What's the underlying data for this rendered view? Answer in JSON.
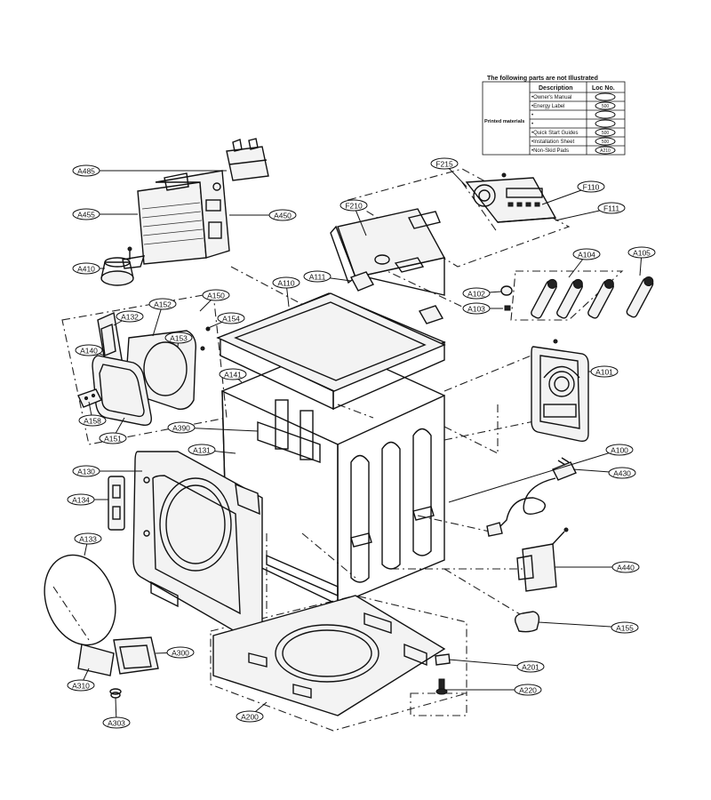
{
  "table": {
    "caption": "The following parts are not Illustrated",
    "headers": [
      "Description",
      "Loc No."
    ],
    "group_label": "Printed materials",
    "rows": [
      {
        "description": "•Owner's Manual",
        "loc": ""
      },
      {
        "description": "•Energy Label",
        "loc": "500"
      },
      {
        "description": "•",
        "loc": ""
      },
      {
        "description": "•",
        "loc": ""
      },
      {
        "description": "•Quick Start Guides",
        "loc": "500"
      },
      {
        "description": "•Installation Sheet",
        "loc": "500"
      },
      {
        "description": "•Non-Skid Pads",
        "loc": "A210"
      }
    ]
  },
  "callouts": [
    {
      "id": "A485"
    },
    {
      "id": "A455"
    },
    {
      "id": "A450"
    },
    {
      "id": "A410"
    },
    {
      "id": "F215"
    },
    {
      "id": "F210"
    },
    {
      "id": "F110"
    },
    {
      "id": "F111"
    },
    {
      "id": "A110"
    },
    {
      "id": "A111"
    },
    {
      "id": "A150"
    },
    {
      "id": "A152"
    },
    {
      "id": "A132"
    },
    {
      "id": "A154"
    },
    {
      "id": "A153"
    },
    {
      "id": "A140"
    },
    {
      "id": "A141"
    },
    {
      "id": "A158"
    },
    {
      "id": "A151"
    },
    {
      "id": "A390"
    },
    {
      "id": "A131"
    },
    {
      "id": "A130"
    },
    {
      "id": "A134"
    },
    {
      "id": "A133"
    },
    {
      "id": "A300"
    },
    {
      "id": "A310"
    },
    {
      "id": "A303"
    },
    {
      "id": "A200"
    },
    {
      "id": "A201"
    },
    {
      "id": "A220"
    },
    {
      "id": "A155"
    },
    {
      "id": "A440"
    },
    {
      "id": "A430"
    },
    {
      "id": "A100"
    },
    {
      "id": "A101"
    },
    {
      "id": "A102"
    },
    {
      "id": "A103"
    },
    {
      "id": "A104"
    },
    {
      "id": "A105"
    }
  ]
}
